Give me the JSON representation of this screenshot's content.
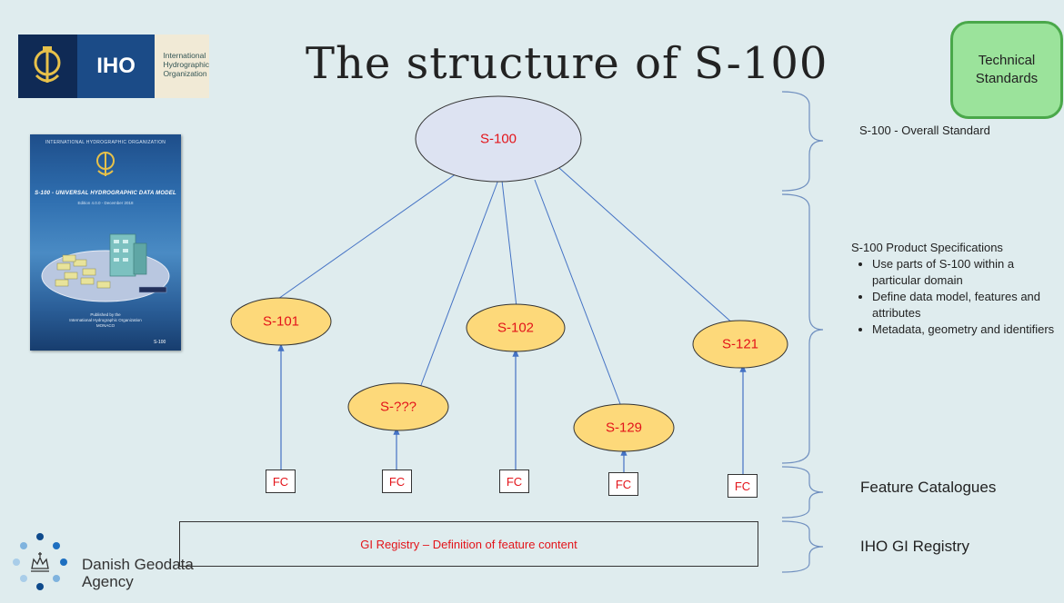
{
  "slide": {
    "title": "The structure of S-100",
    "badge": [
      "Technical",
      "Standards"
    ],
    "logo": {
      "abbreviation": "IHO",
      "full_name": [
        "International",
        "Hydrographic",
        "Organization"
      ]
    },
    "cover": {
      "organization": "INTERNATIONAL HYDROGRAPHIC ORGANIZATION",
      "title": "S-100 - UNIVERSAL HYDROGRAPHIC DATA MODEL",
      "edition": "Edition 4.0.0 - December 2018",
      "publisher": [
        "Published by the",
        "International Hydrographic Organization",
        "MONACO"
      ],
      "doc_number": "S-100"
    },
    "diagram": {
      "root": "S-100",
      "products": [
        "S-101",
        "S-???",
        "S-102",
        "S-129",
        "S-121"
      ],
      "catalogue_label": "FC",
      "registry": "GI Registry – Definition of feature content"
    },
    "brace_labels": {
      "overall": "S-100 - Overall Standard",
      "product_specs": {
        "heading": "S-100 Product Specifications",
        "bullets": [
          "Use parts of S-100 within a particular domain",
          "Define data model, features and attributes",
          "Metadata, geometry and identifiers"
        ]
      },
      "feature_catalogues": "Feature Catalogues",
      "registry": "IHO GI Registry"
    },
    "agency": [
      "Danish Geodata",
      "Agency"
    ],
    "colors": {
      "background": "#dfecee",
      "root_fill": "#dde3f2",
      "product_fill": "#fdd97a",
      "label_red": "#e3141a",
      "connector": "#4472c4",
      "badge_fill": "#9be39b"
    }
  }
}
